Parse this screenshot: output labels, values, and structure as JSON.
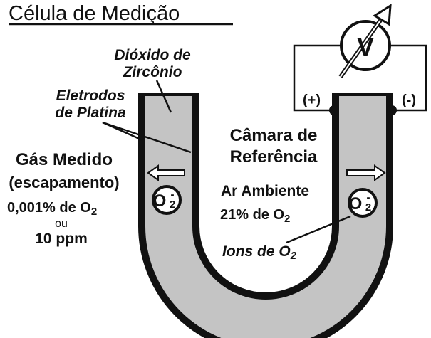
{
  "title": "Célula de Medição",
  "labels": {
    "zirconia_line1": "Dióxido de",
    "zirconia_line2": "Zircônio",
    "electrodes_line1": "Eletrodos",
    "electrodes_line2": "de Platina",
    "measured_gas_line1": "Gás Medido",
    "measured_gas_line2": "(escapamento)",
    "measured_gas_line3": "0,001% de O",
    "measured_gas_or": "ou",
    "measured_gas_ppm": "10 ppm",
    "ref_chamber_line1": "Câmara de",
    "ref_chamber_line2": "Referência",
    "ambient_air": "Ar Ambiente",
    "ambient_o2": "21% de O",
    "ions": "Ions de O",
    "subscript_2": "2",
    "ion_symbol": "O",
    "ion_charge": "-",
    "plus_terminal": "(+)",
    "minus_terminal": "(-)",
    "voltmeter": "V"
  },
  "colors": {
    "ceramic_fill": "#c4c4c4",
    "outline": "#111111",
    "background": "#ffffff"
  },
  "icons": [
    "voltmeter-icon",
    "arrow-left-icon",
    "arrow-right-icon",
    "oxygen-ion-icon"
  ]
}
